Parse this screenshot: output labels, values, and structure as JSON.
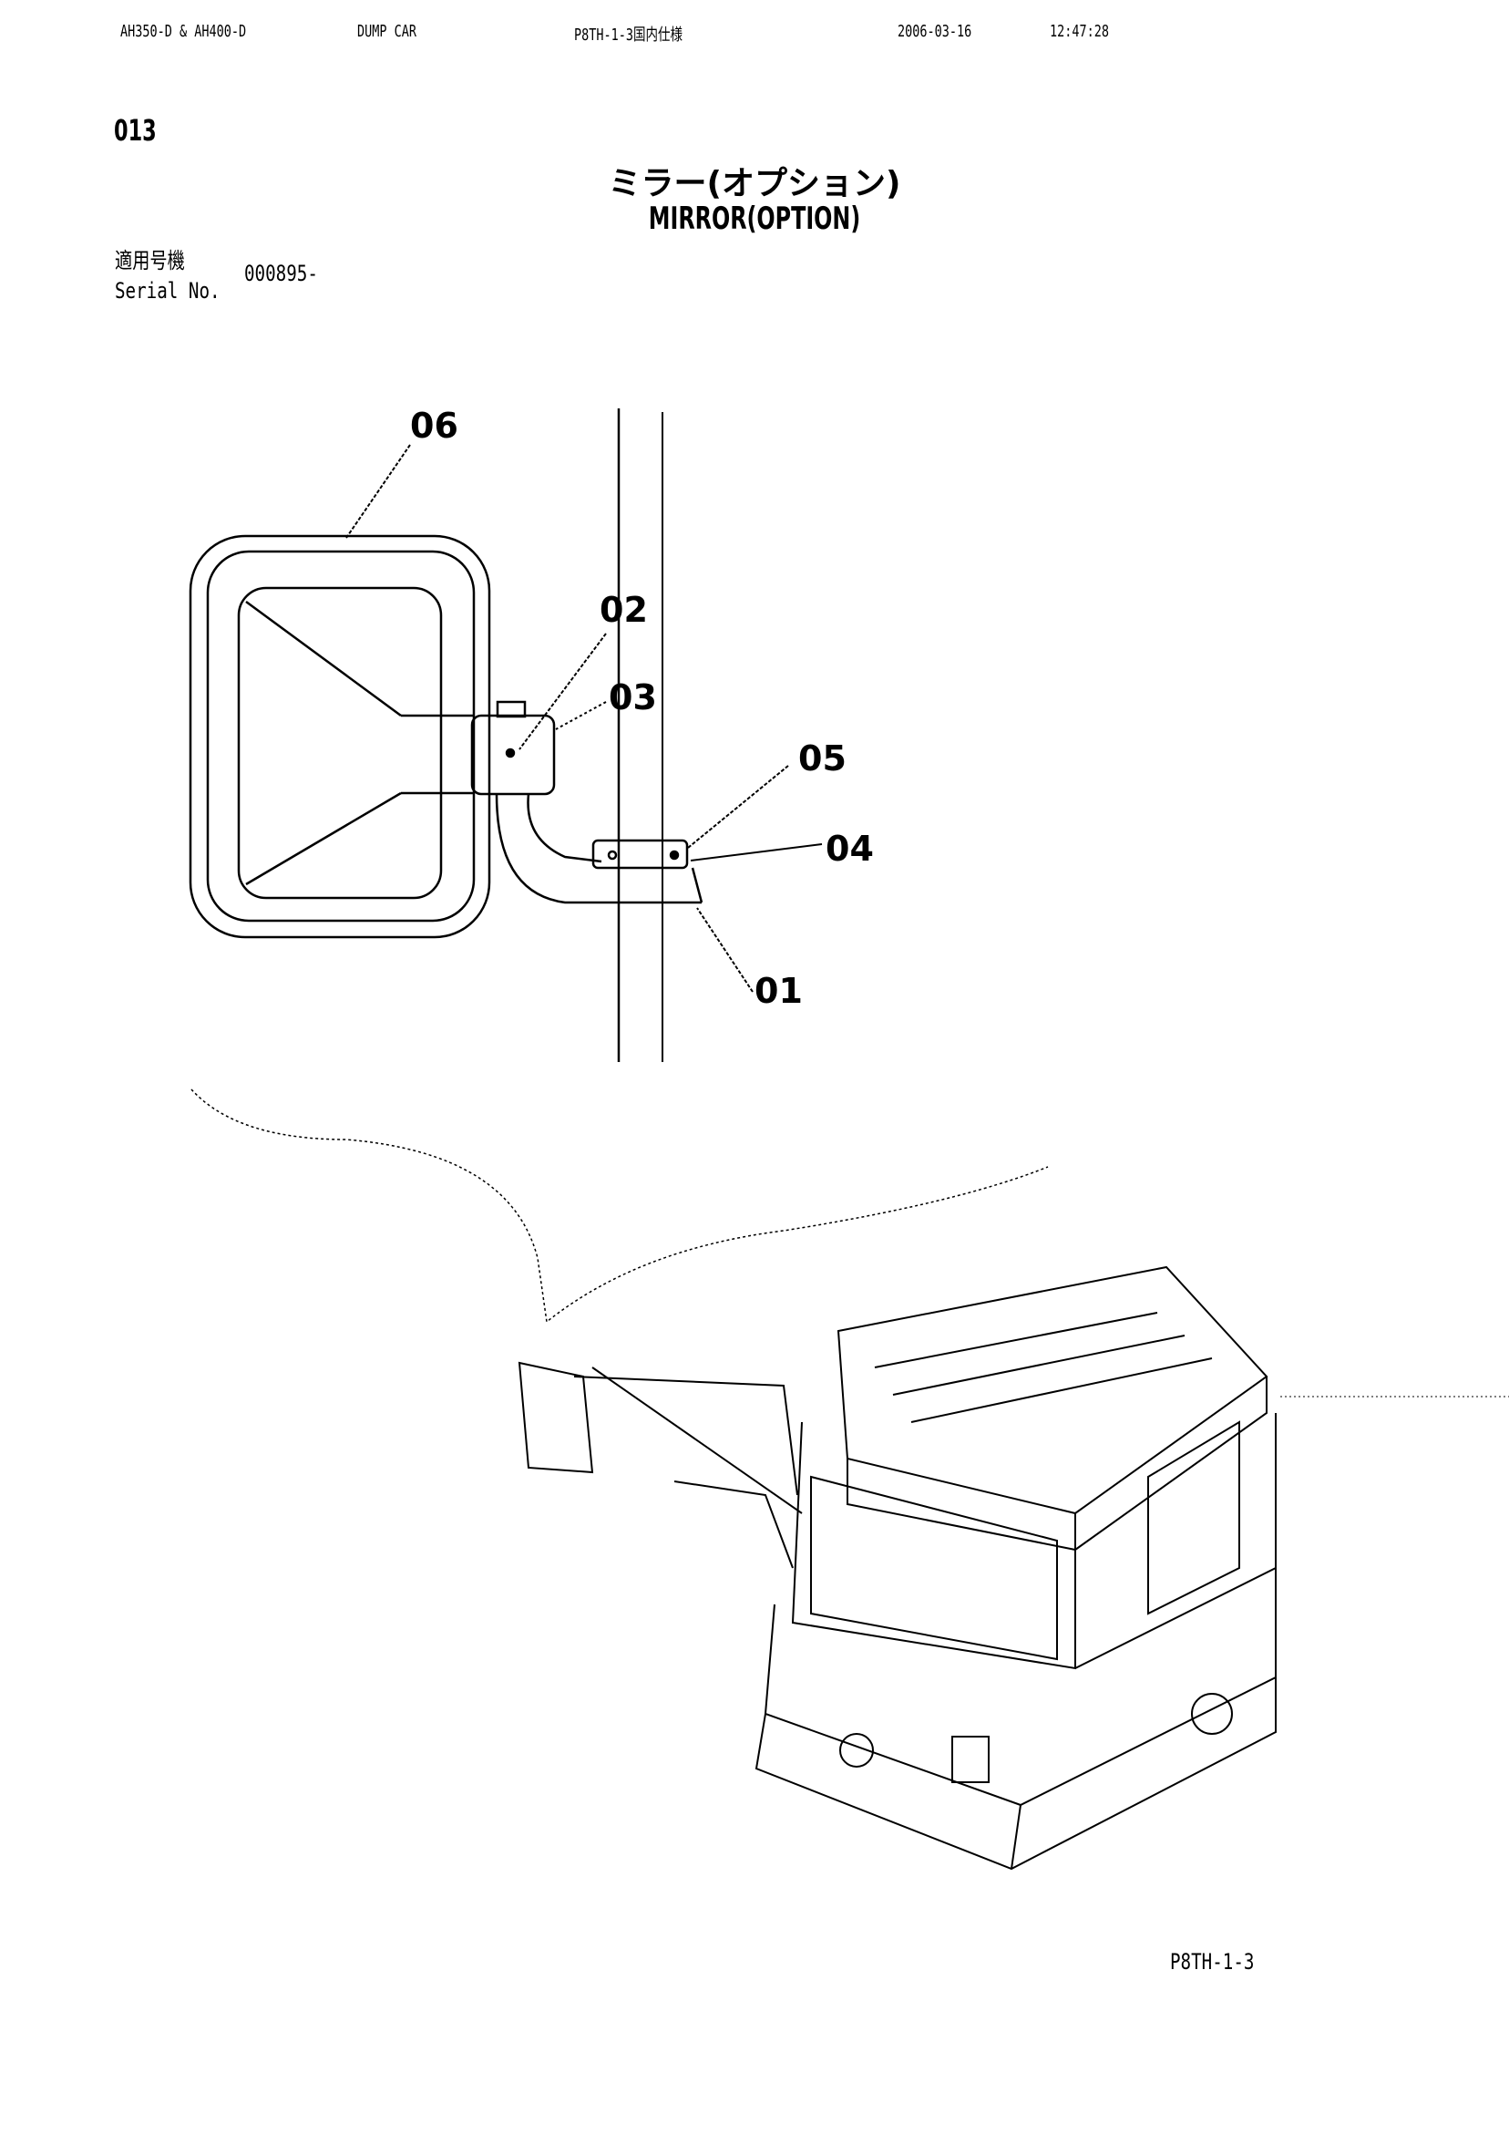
{
  "header": {
    "model": "AH350-D & AH400-D",
    "machine": "DUMP CAR",
    "doc_code": "P8TH-1-3国内仕様",
    "date": "2006-03-16",
    "time": "12:47:28"
  },
  "page_number": "013",
  "title_jp": "ミラー(オプション)",
  "title_en": "MIRROR(OPTION)",
  "serial": {
    "label_jp": "適用号機",
    "label_en": "Serial No.",
    "value": "000895-"
  },
  "callouts": [
    "06",
    "02",
    "03",
    "05",
    "04",
    "01"
  ],
  "footer": "P8TH-1-3"
}
